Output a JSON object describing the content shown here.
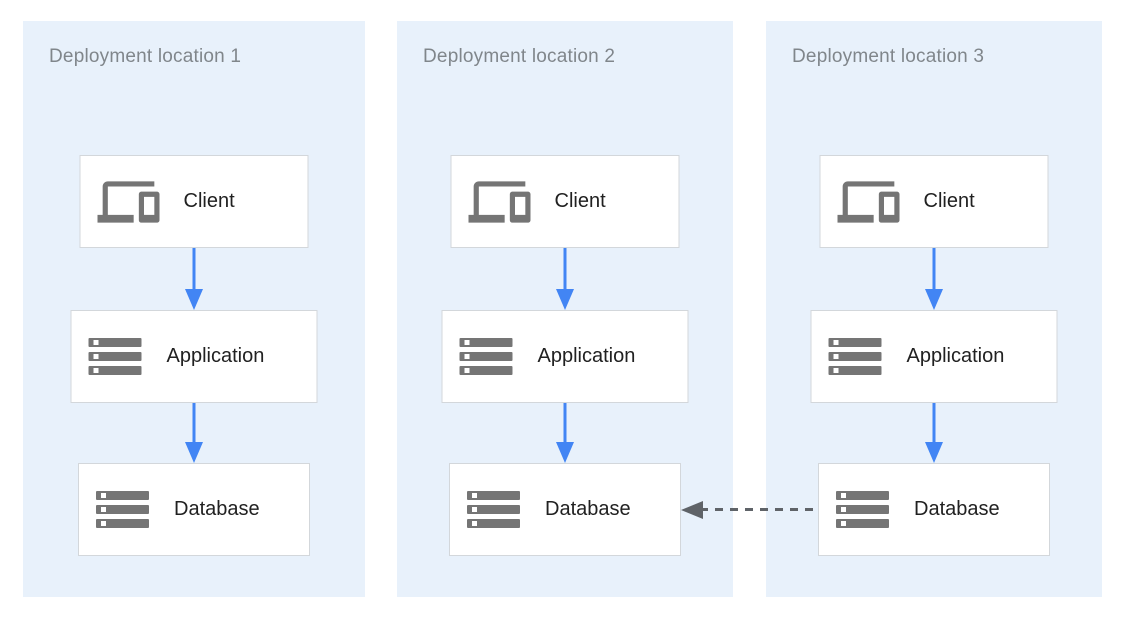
{
  "diagram": {
    "panels": [
      {
        "title": "Deployment location 1",
        "nodes": [
          {
            "label": "Client",
            "icon": "devices-icon"
          },
          {
            "label": "Application",
            "icon": "server-stack-icon"
          },
          {
            "label": "Database",
            "icon": "server-stack-icon"
          }
        ]
      },
      {
        "title": "Deployment location 2",
        "nodes": [
          {
            "label": "Client",
            "icon": "devices-icon"
          },
          {
            "label": "Application",
            "icon": "server-stack-icon"
          },
          {
            "label": "Database",
            "icon": "server-stack-icon"
          }
        ]
      },
      {
        "title": "Deployment location 3",
        "nodes": [
          {
            "label": "Client",
            "icon": "devices-icon"
          },
          {
            "label": "Application",
            "icon": "server-stack-icon"
          },
          {
            "label": "Database",
            "icon": "server-stack-icon"
          }
        ]
      }
    ],
    "edges": {
      "within_each_panel": [
        {
          "from": "Client",
          "to": "Application",
          "style": "solid-blue-arrow"
        },
        {
          "from": "Application",
          "to": "Database",
          "style": "solid-blue-arrow"
        }
      ],
      "cross_panel": [
        {
          "from": "Deployment location 3 / Database",
          "to": "Deployment location 2 / Database",
          "style": "dashed-gray-arrow"
        }
      ]
    },
    "colors": {
      "panel_bg": "#e8f1fb",
      "title_gray": "#80868b",
      "node_border": "#d3d7db",
      "node_text": "#212121",
      "icon_gray": "#757575",
      "arrow_blue": "#4285f4",
      "dashed_gray": "#5f6368"
    }
  }
}
